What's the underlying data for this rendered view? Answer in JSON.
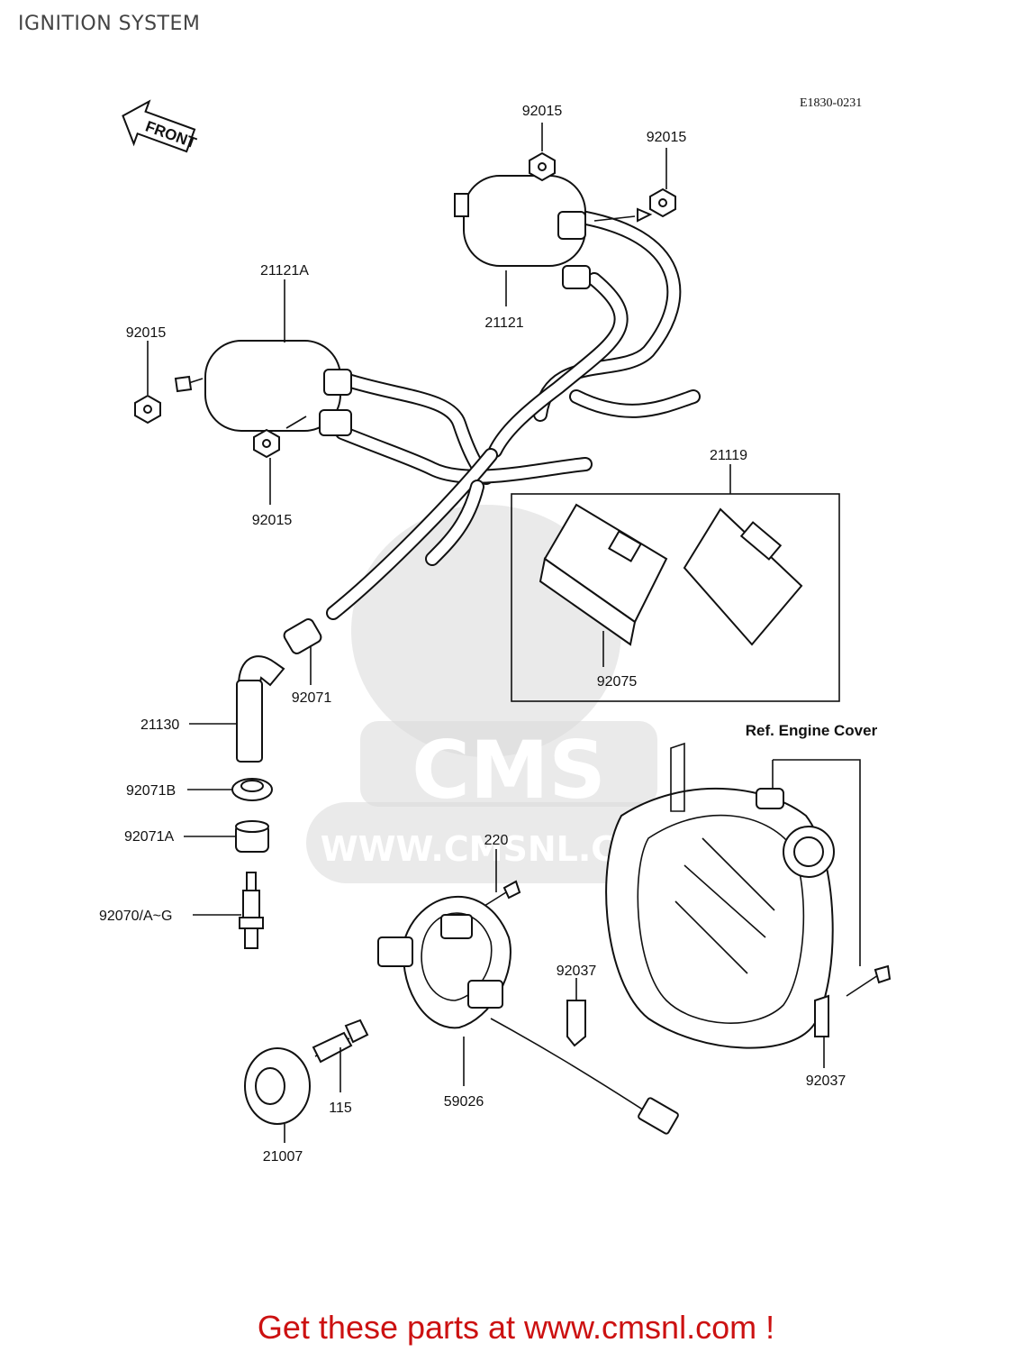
{
  "title": "IGNITION SYSTEM",
  "diagram_code": "E1830-0231",
  "front_label": "FRONT",
  "watermark": {
    "logo_text": "CMS",
    "url_text": "WWW.CMSNL.COM"
  },
  "callouts": {
    "c92015_top": "92015",
    "c92015_right": "92015",
    "c21121": "21121",
    "c21121A": "21121A",
    "c92015_left": "92015",
    "c92015_lower": "92015",
    "c21119": "21119",
    "c92075": "92075",
    "c92071": "92071",
    "c21130": "21130",
    "c92071B": "92071B",
    "c92071A": "92071A",
    "c92070": "92070/A~G",
    "c220": "220",
    "c92037_mid": "92037",
    "c92037_right": "92037",
    "c59026": "59026",
    "c115": "115",
    "c21007": "21007",
    "ref_engine_cover": "Ref. Engine Cover"
  },
  "footer": "Get these parts at www.cmsnl.com !"
}
